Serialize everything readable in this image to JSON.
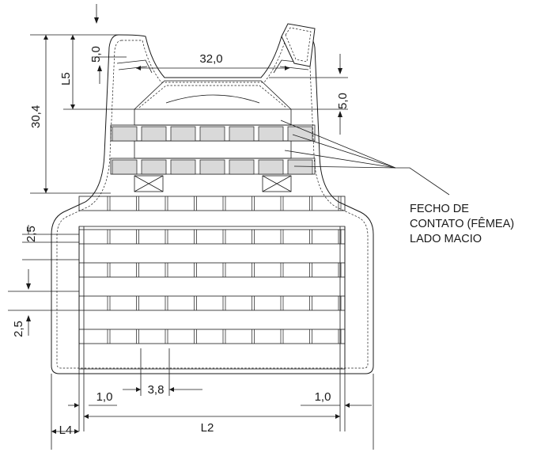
{
  "dimensions": {
    "top_strap_gap": "5,0",
    "l5": "L5",
    "height_30_4": "30,4",
    "width_32": "32,0",
    "right_gap": "5,0",
    "strap_spacing_top": "2,5",
    "strap_spacing_bottom": "2,5",
    "left_margin": "1,0",
    "cell_width": "3,8",
    "right_margin": "1,0",
    "l4": "L4",
    "l2": "L2"
  },
  "callout": {
    "line1": "FECHO DE",
    "line2": "CONTATO (FÊMEA)",
    "line3": "LADO MACIO"
  },
  "colors": {
    "ink": "#1a1a1a",
    "velcro_fill": "#d9d9d9"
  }
}
